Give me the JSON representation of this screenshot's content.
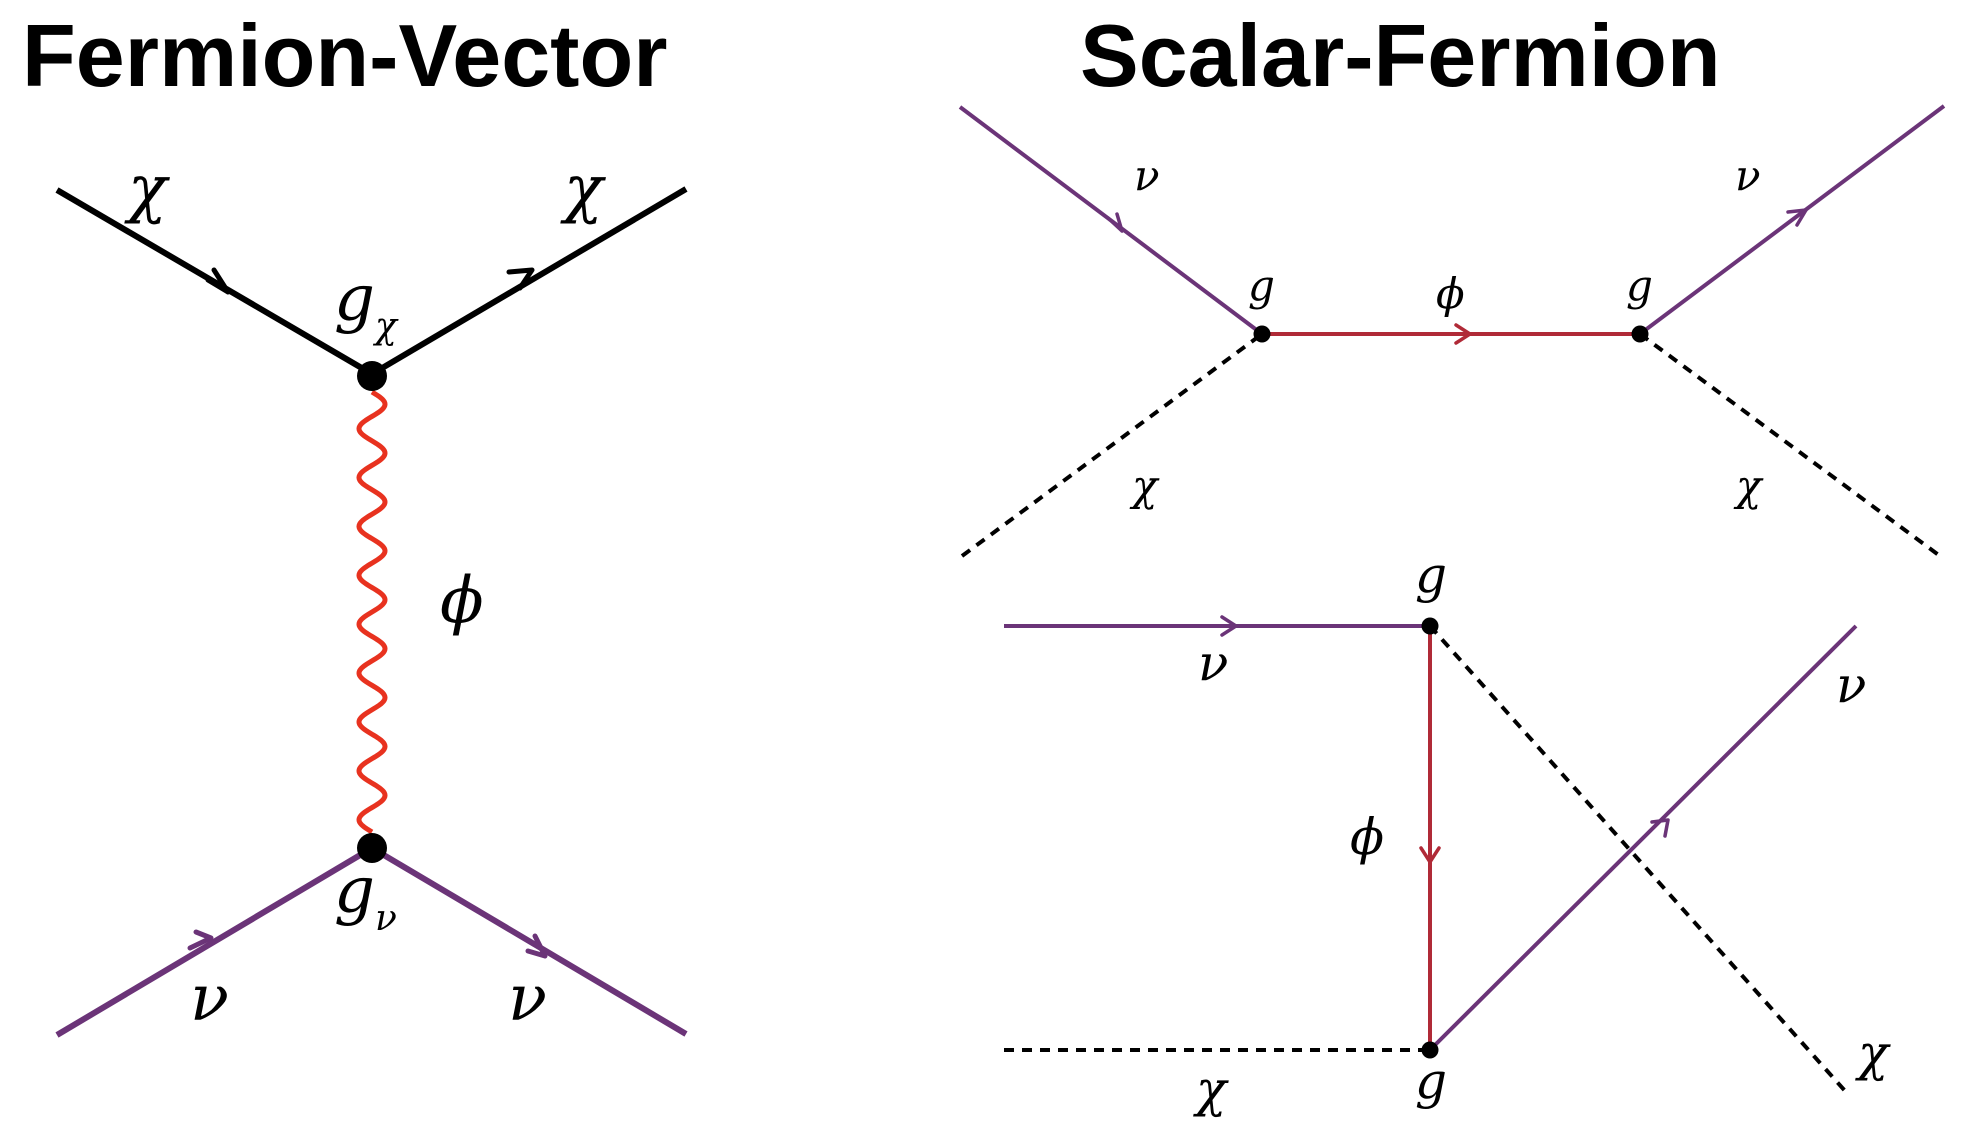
{
  "titles": {
    "left": "Fermion-Vector",
    "right": "Scalar-Fermion"
  },
  "colors": {
    "chi_line": "#000000",
    "nu_line": "#6b3478",
    "mediator_wavy": "#e8321f",
    "mediator_scalar": "#b02a37",
    "dm_dashed": "#000000"
  },
  "fermion_vector": {
    "chi_in": "χ",
    "chi_out": "χ",
    "nu_in": "ν",
    "nu_out": "ν",
    "mediator": "ϕ",
    "coupling_top": "g",
    "coupling_top_sub": "χ",
    "coupling_bottom": "g",
    "coupling_bottom_sub": "ν"
  },
  "s_channel": {
    "nu_in": "ν",
    "nu_out": "ν",
    "chi_in": "χ",
    "chi_out": "χ",
    "mediator": "ϕ",
    "coupling_left": "g",
    "coupling_right": "g"
  },
  "u_channel": {
    "nu_in": "ν",
    "nu_out": "ν",
    "chi_in": "χ",
    "chi_out": "χ",
    "mediator": "ϕ",
    "coupling_top": "g",
    "coupling_bottom": "g"
  }
}
